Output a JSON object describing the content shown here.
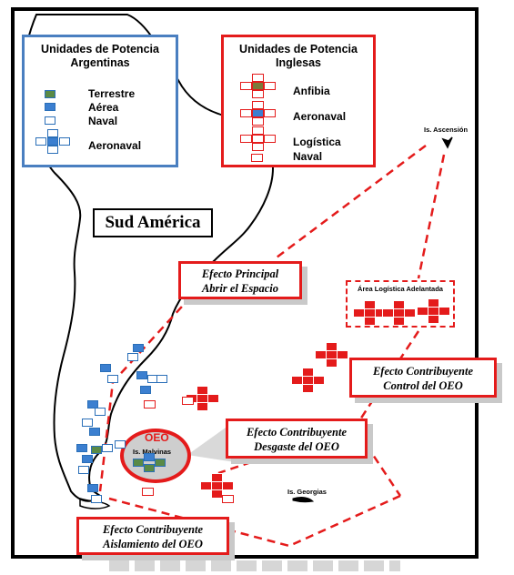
{
  "legend_argentina": {
    "title_line1": "Unidades de Potencia",
    "title_line2": "Argentinas",
    "items": [
      {
        "label": "Terrestre",
        "icon": "green-square-icon"
      },
      {
        "label": "Aérea",
        "icon": "blue-square-icon"
      },
      {
        "label": "Naval",
        "icon": "white-square-icon"
      },
      {
        "label": "Aeronaval",
        "icon": "carrier-group-icon"
      }
    ]
  },
  "legend_england": {
    "title_line1": "Unidades de Potencia",
    "title_line2": "Inglesas",
    "items": [
      {
        "label": "Anfibia",
        "icon": "amphibious-group-icon"
      },
      {
        "label": "Aeronaval",
        "icon": "naval-air-group-icon"
      },
      {
        "label": "Logística",
        "icon": "logistic-group-icon"
      },
      {
        "label": "Naval",
        "icon": "naval-square-icon"
      }
    ]
  },
  "continent_label": "Sud América",
  "place_labels": {
    "ascension": "Is. Ascensión",
    "malvinas": "Is. Malvinas",
    "georgias": "Is. Georgias",
    "oeo": "OEO",
    "area_logistica": "Área Logística Adelantada"
  },
  "effects": {
    "principal": {
      "line1": "Efecto Principal",
      "line2": "Abrir el Espacio"
    },
    "control": {
      "line1": "Efecto Contribuyente",
      "line2": "Control del OEO"
    },
    "desgaste": {
      "line1": "Efecto Contribuyente",
      "line2": "Desgaste del OEO"
    },
    "aislamiento": {
      "line1": "Efecto Contribuyente",
      "line2": "Aislamiento del OEO"
    }
  },
  "colors": {
    "argentina": "#4a7fc0",
    "england": "#e41b1b",
    "terrestre": "#5a8a46",
    "aerea": "#3b7fd0"
  }
}
